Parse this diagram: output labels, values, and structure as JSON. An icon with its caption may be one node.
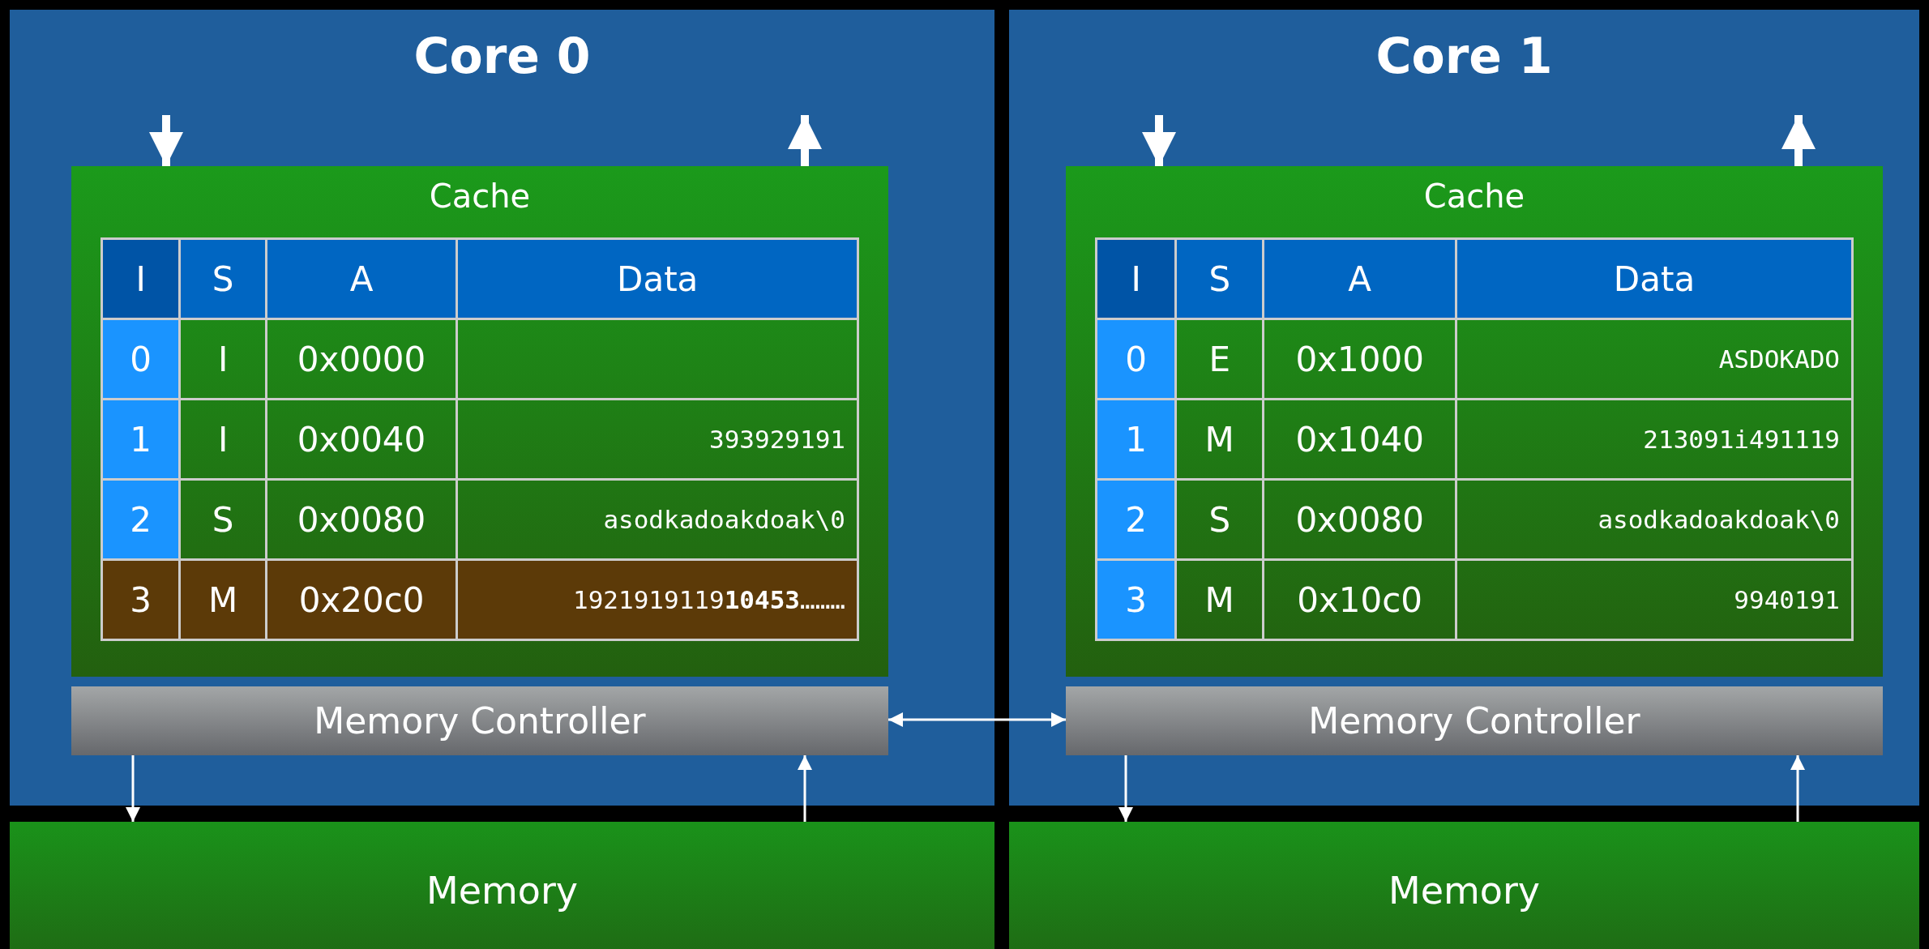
{
  "diagram": {
    "nodes": [
      {
        "text": [
          "Core 0"
        ]
      },
      {
        "text": [
          "Cache"
        ],
        "in": 0
      },
      {
        "text": [
          "Memory Controller"
        ],
        "in": 0
      },
      {
        "text": [
          "Memory"
        ]
      },
      {
        "text": [
          "Core 1"
        ]
      },
      {
        "text": [
          "Cache"
        ],
        "in": 4
      },
      {
        "text": [
          "Memory Controller"
        ],
        "in": 4
      },
      {
        "text": [
          "Memory"
        ]
      }
    ],
    "edges": [
      {
        "from": null,
        "to": 1,
        "arrow": "to",
        "style": "thick"
      },
      {
        "from": 1,
        "to": null,
        "arrow": "to",
        "style": "thick"
      },
      {
        "from": 2,
        "to": 3,
        "arrow": "to"
      },
      {
        "from": 3,
        "to": 2,
        "arrow": "to"
      },
      {
        "from": 2,
        "to": 6,
        "arrow": "both"
      },
      {
        "from": null,
        "to": 5,
        "arrow": "to",
        "style": "thick"
      },
      {
        "from": 5,
        "to": null,
        "arrow": "to",
        "style": "thick"
      },
      {
        "from": 6,
        "to": 7,
        "arrow": "to"
      },
      {
        "from": 7,
        "to": 6,
        "arrow": "to"
      }
    ],
    "labels": [
      "I",
      "S",
      "A",
      "Data",
      "0",
      "I",
      "0x0000",
      "1",
      "I",
      "0x0040",
      "393929191",
      "2",
      "S",
      "0x0080",
      "asodkadoakdoak\\0",
      "3",
      "M",
      "0x20c0",
      "1921919119**10453**………",
      "I",
      "S",
      "A",
      "Data",
      "0",
      "E",
      "0x1000",
      "ASDOKADO",
      "1",
      "M",
      "0x1040",
      "213091i491119",
      "2",
      "S",
      "0x0080",
      "asodkadoakdoak\\0",
      "3",
      "M",
      "0x10c0",
      "9940191"
    ]
  }
}
